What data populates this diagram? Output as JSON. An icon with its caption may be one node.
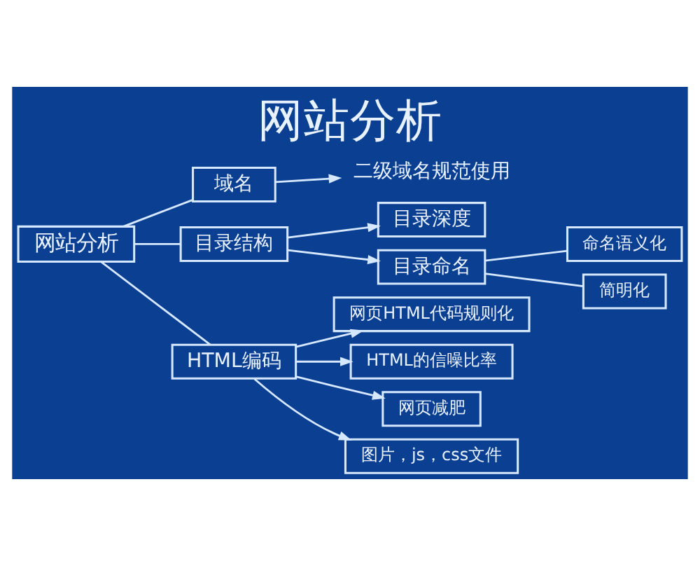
{
  "diagram": {
    "title": "网站分析",
    "nodes": [
      {
        "text": [
          "网站分析"
        ]
      },
      {
        "text": [
          "域名"
        ]
      },
      {
        "text": [
          "二级域名规范使用"
        ]
      },
      {
        "text": [
          "目录结构"
        ]
      },
      {
        "text": [
          "目录深度"
        ]
      },
      {
        "text": [
          "目录命名"
        ]
      },
      {
        "text": [
          "命名语义化"
        ]
      },
      {
        "text": [
          "简明化"
        ]
      },
      {
        "text": [
          "HTML编码"
        ]
      },
      {
        "text": [
          "网页HTML代码规则化"
        ]
      },
      {
        "text": [
          "HTML的信噪比率"
        ]
      },
      {
        "text": [
          "网页减肥"
        ]
      },
      {
        "text": [
          "图片，js，css文件"
        ]
      }
    ],
    "edges": [
      {
        "from": 0,
        "to": 1,
        "arrow": "none"
      },
      {
        "from": 0,
        "to": 3,
        "arrow": "none"
      },
      {
        "from": 0,
        "to": 8,
        "arrow": "none"
      },
      {
        "from": 1,
        "to": 2,
        "arrow": "to"
      },
      {
        "from": 3,
        "to": 4,
        "arrow": "to"
      },
      {
        "from": 3,
        "to": 5,
        "arrow": "to"
      },
      {
        "from": 5,
        "to": 6,
        "arrow": "none"
      },
      {
        "from": 5,
        "to": 7,
        "arrow": "none"
      },
      {
        "from": 8,
        "to": 9,
        "arrow": "to"
      },
      {
        "from": 8,
        "to": 10,
        "arrow": "to"
      },
      {
        "from": 8,
        "to": 11,
        "arrow": "to"
      },
      {
        "from": 8,
        "to": 12,
        "arrow": "to"
      }
    ]
  }
}
